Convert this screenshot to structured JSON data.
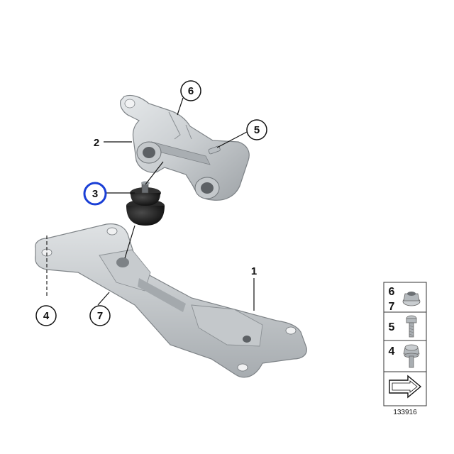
{
  "callouts": {
    "c1": {
      "label": "1"
    },
    "c2": {
      "label": "2"
    },
    "c3": {
      "label": "3",
      "highlight_color": "#1a3fd6"
    },
    "c4": {
      "label": "4"
    },
    "c5": {
      "label": "5"
    },
    "c6": {
      "label": "6"
    },
    "c7": {
      "label": "7"
    }
  },
  "legend": {
    "row1": {
      "labels": [
        "6",
        "7"
      ],
      "icon": "flange-nut-icon"
    },
    "row2": {
      "labels": [
        "5"
      ],
      "icon": "bolt-icon"
    },
    "row3": {
      "labels": [
        "4"
      ],
      "icon": "hex-bolt-icon"
    },
    "arrow_icon": "direction-arrow-icon"
  },
  "reference_number": "133916",
  "colors": {
    "metal_light": "#d9dde0",
    "metal_mid": "#b8bdc1",
    "metal_dark": "#8d9296",
    "rubber": "#1c1c1c",
    "highlight": "#1a3fd6"
  }
}
